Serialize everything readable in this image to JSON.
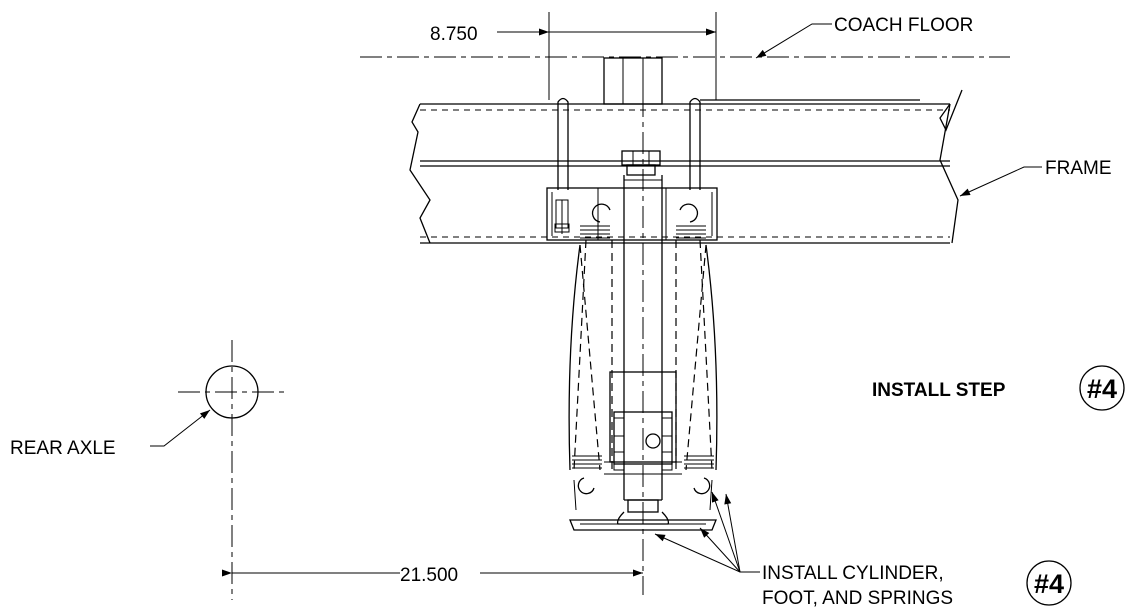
{
  "drawing": {
    "dimensions": {
      "top_width": "8.750",
      "axle_offset": "21.500"
    },
    "labels": {
      "coach_floor": "COACH FLOOR",
      "frame": "FRAME",
      "rear_axle": "REAR AXLE",
      "install_step": "INSTALL STEP",
      "install_line1": "INSTALL CYLINDER,",
      "install_line2": "FOOT,  AND SPRINGS"
    },
    "step_badges": {
      "step_a": "#4",
      "step_b": "#4"
    }
  }
}
